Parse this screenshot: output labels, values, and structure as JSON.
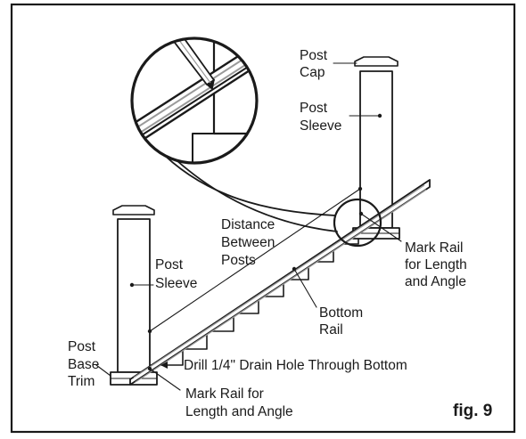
{
  "labels": {
    "post_cap": [
      "Post",
      "Cap"
    ],
    "post_sleeve_right": [
      "Post",
      "Sleeve"
    ],
    "distance_between_posts": [
      "Distance",
      "Between",
      "Posts"
    ],
    "post_sleeve_left": [
      "Post",
      "Sleeve"
    ],
    "mark_rail_right": [
      "Mark Rail",
      "for Length",
      "and Angle"
    ],
    "bottom_rail": [
      "Bottom",
      "Rail"
    ],
    "post_base_trim": [
      "Post",
      "Base",
      "Trim"
    ],
    "drill_hole": "Drill 1/4\" Drain Hole Through Bottom",
    "mark_rail_left": [
      "Mark Rail for",
      "Length and Angle"
    ]
  },
  "figure_label": "fig. 9",
  "colors": {
    "ink": "#1a1a1a",
    "rail_gray": "#9a9a9a",
    "background": "#ffffff"
  }
}
